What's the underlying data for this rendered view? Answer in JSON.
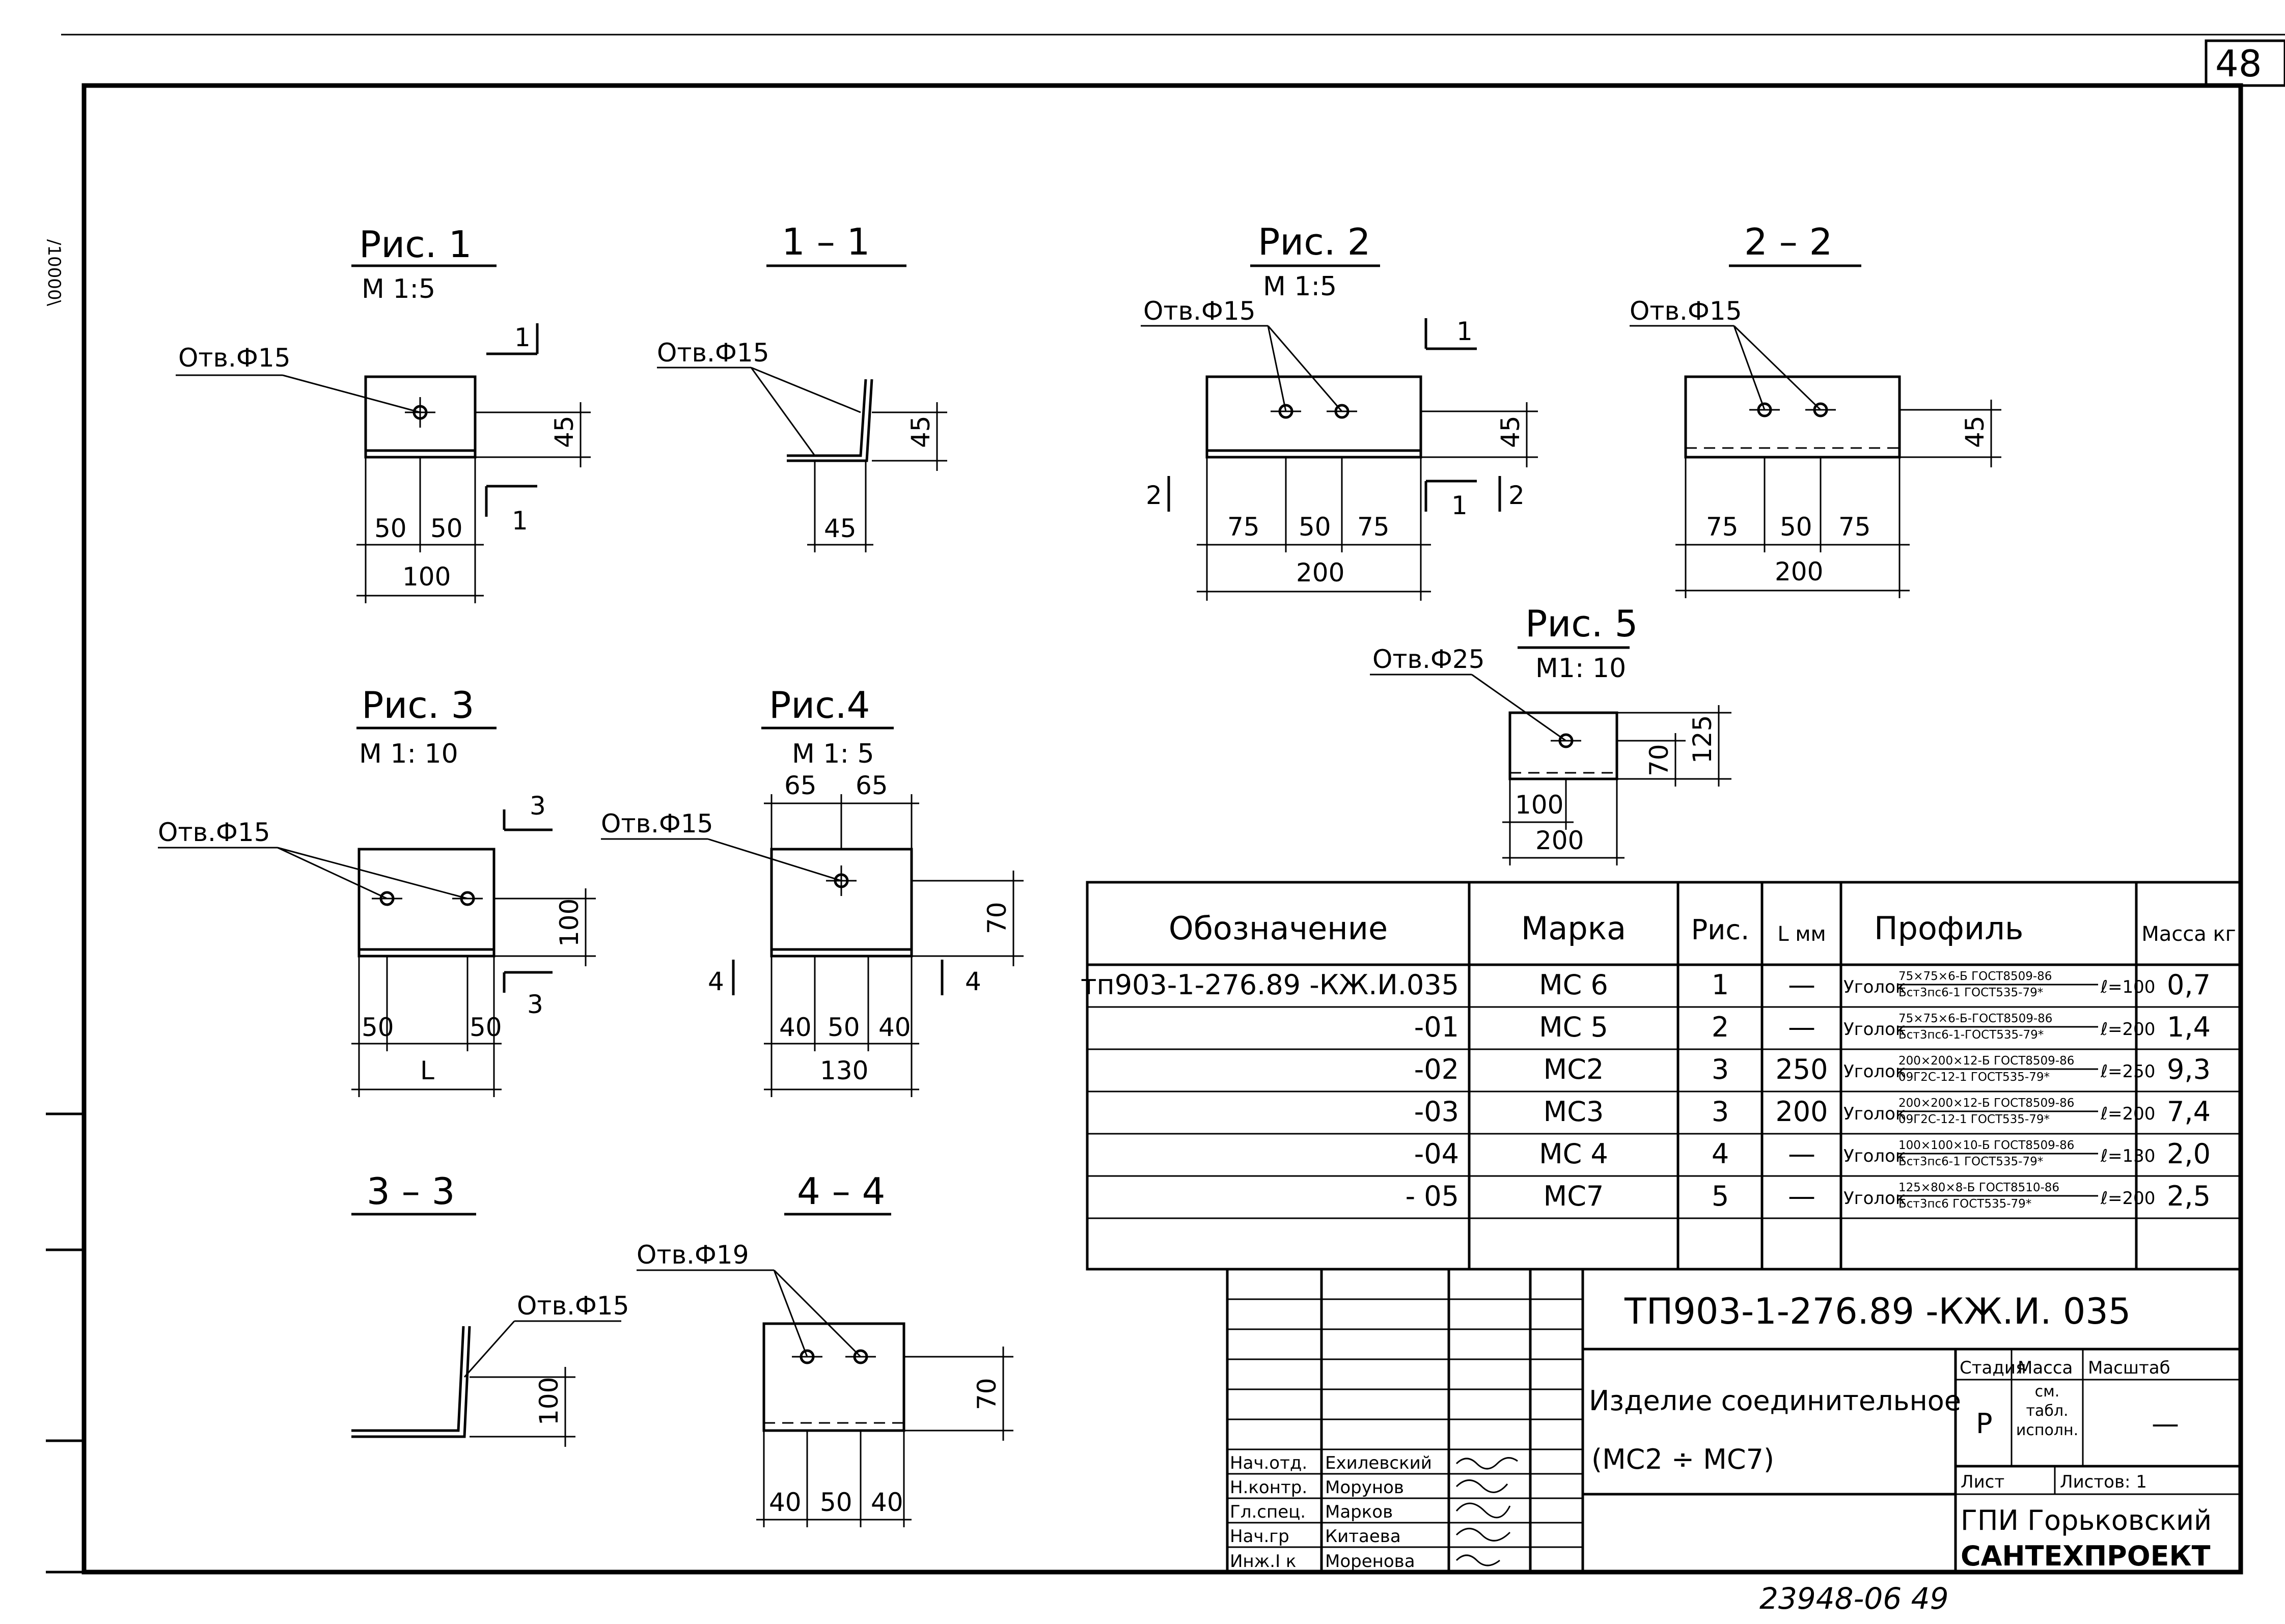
{
  "sheet_number": "48",
  "side_mark": "/10000\\",
  "figures": {
    "fig1": {
      "title": "Рис. 1",
      "scale": "М 1:5",
      "hole": "Отв.Ф15",
      "cut_mark": "1",
      "dims": {
        "height": "45",
        "left": "50",
        "right": "50",
        "total": "100"
      }
    },
    "sec11": {
      "title": "1 – 1",
      "hole": "Отв.Ф15",
      "dims": {
        "height": "45",
        "width": "45"
      }
    },
    "fig2": {
      "title": "Рис. 2",
      "scale": "М 1:5",
      "hole": "Отв.Ф15",
      "cut_mark_1": "1",
      "cut_mark_2": "2",
      "dims": {
        "height": "45",
        "a": "75",
        "b": "50",
        "c": "75",
        "total": "200"
      }
    },
    "sec22": {
      "title": "2 – 2",
      "hole": "Отв.Ф15",
      "dims": {
        "height": "45",
        "a": "75",
        "b": "50",
        "c": "75",
        "total": "200"
      }
    },
    "fig5": {
      "title": "Рис. 5",
      "scale": "М1: 10",
      "hole": "Отв.Ф25",
      "dims": {
        "inner_h": "70",
        "outer_h": "125",
        "half": "100",
        "total": "200"
      }
    },
    "fig3": {
      "title": "Рис. 3",
      "scale": "М 1: 10",
      "hole": "Отв.Ф15",
      "cut_mark": "3",
      "dims": {
        "height": "100",
        "left": "50",
        "right": "50",
        "total": "L"
      }
    },
    "fig4": {
      "title": "Рис.4",
      "scale": "М 1: 5",
      "hole": "Отв.Ф15",
      "cut_mark": "4",
      "dims": {
        "top_l": "65",
        "top_r": "65",
        "height": "70",
        "a": "40",
        "b": "50",
        "c": "40",
        "total": "130"
      }
    },
    "sec33": {
      "title": "3 – 3",
      "hole": "Отв.Ф15",
      "dims": {
        "height": "100"
      }
    },
    "sec44": {
      "title": "4 – 4",
      "hole": "Отв.Ф19",
      "dims": {
        "height": "70",
        "a": "40",
        "b": "50",
        "c": "40"
      }
    }
  },
  "spec_table": {
    "headers": {
      "designation": "Обозначение",
      "mark": "Марка",
      "fig": "Рис.",
      "length": "L мм",
      "profile": "Профиль",
      "mass": "Масса кг"
    },
    "rows": [
      {
        "designation": "тп903-1-276.89 -КЖ.И.035",
        "mark": "МС 6",
        "fig": "1",
        "length": "—",
        "profile_word": "Уголок",
        "profile_top": "75×75×6-Б ГОСТ8509-86",
        "profile_bottom": "Бст3пс6-1 ГОСТ535-79*",
        "profile_len": "ℓ=100",
        "mass": "0,7"
      },
      {
        "designation": "-01",
        "mark": "МС 5",
        "fig": "2",
        "length": "—",
        "profile_word": "Уголок",
        "profile_top": "75×75×6-Б-ГОСТ8509-86",
        "profile_bottom": "Бст3пс6-1-ГОСТ535-79*",
        "profile_len": "ℓ=200",
        "mass": "1,4"
      },
      {
        "designation": "-02",
        "mark": "МС2",
        "fig": "3",
        "length": "250",
        "profile_word": "Уголок",
        "profile_top": "200×200×12-Б ГОСТ8509-86",
        "profile_bottom": "09Г2С-12-1 ГОСТ535-79*",
        "profile_len": "ℓ=250",
        "mass": "9,3"
      },
      {
        "designation": "-03",
        "mark": "МС3",
        "fig": "3",
        "length": "200",
        "profile_word": "Уголок",
        "profile_top": "200×200×12-Б ГОСТ8509-86",
        "profile_bottom": "09Г2С-12-1 ГОСТ535-79*",
        "profile_len": "ℓ=200",
        "mass": "7,4"
      },
      {
        "designation": "-04",
        "mark": "МС 4",
        "fig": "4",
        "length": "—",
        "profile_word": "Уголок",
        "profile_top": "100×100×10-Б ГОСТ8509-86",
        "profile_bottom": "Бст3пс6-1 ГОСТ535-79*",
        "profile_len": "ℓ=130",
        "mass": "2,0"
      },
      {
        "designation": "- 05",
        "mark": "МС7",
        "fig": "5",
        "length": "—",
        "profile_word": "Уголок",
        "profile_top": "125×80×8-Б ГОСТ8510-86",
        "profile_bottom": "Бст3пс6 ГОСТ535-79*",
        "profile_len": "ℓ=200",
        "mass": "2,5"
      }
    ]
  },
  "title_block": {
    "code": "ТП903-1-276.89 -КЖ.И. 035",
    "name_line1": "Изделие соединительное",
    "name_line2": "(МС2 ÷ МС7)",
    "stage_label": "Стадия",
    "mass_label": "Масса",
    "scale_label": "Масштаб",
    "stage": "Р",
    "mass_value": "см. табл. исполн.",
    "scale_value": "—",
    "sheet_label": "Лист",
    "sheets_label": "Листов: 1",
    "org_line1": "ГПИ Горьковский",
    "org_line2": "САНТЕХПРОЕКТ",
    "staff": [
      {
        "role": "Нач.отд.",
        "name": "Ехилевский"
      },
      {
        "role": "Н.контр.",
        "name": "Морунов"
      },
      {
        "role": "Гл.спец.",
        "name": "Марков"
      },
      {
        "role": "Нач.гр",
        "name": "Китаева"
      },
      {
        "role": "Инж.I к",
        "name": "Моренова"
      }
    ]
  },
  "archive_number": "23948-06 49"
}
